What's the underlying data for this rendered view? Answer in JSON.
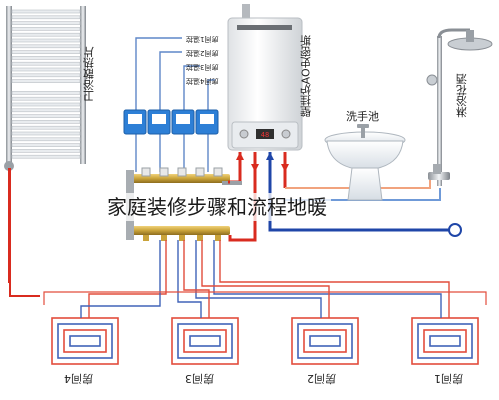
{
  "title": "家庭装修步骤和流程地暖",
  "labels": {
    "towel_rack": "卫浴散热片",
    "boiler": "壁挂炉AO史密斯",
    "basin": "洗手池",
    "shower": "淋浴花洒"
  },
  "thermostat_labels": [
    "房间1温控",
    "房间2温控",
    "房间3温控",
    "房间4温控"
  ],
  "rooms": [
    "房间1",
    "房间2",
    "房间3",
    "房间4"
  ],
  "boiler_display": "48",
  "colors": {
    "hot_pipe": "#d92b1f",
    "cold_pipe": "#1f46a8",
    "floor_loop_red": "#e24d3c",
    "floor_loop_blue": "#4063b8",
    "signal_line": "#5f87c8",
    "thermostat": "#2d7fd6",
    "manifold": "#c9a33a",
    "cold_water_light": "#6f9ad8",
    "hot_water_light": "#f1a37e"
  }
}
